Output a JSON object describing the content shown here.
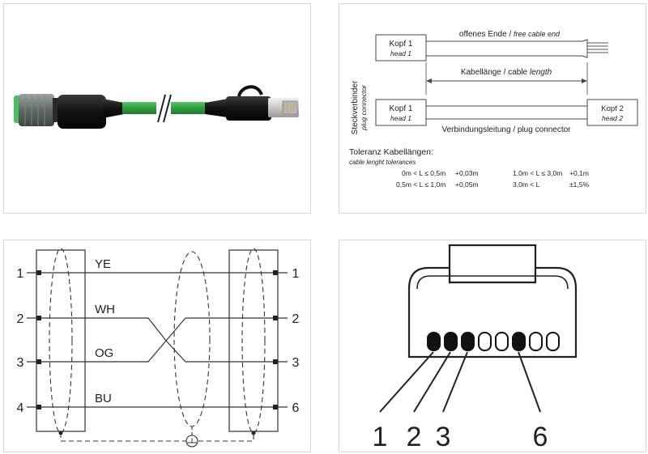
{
  "dimension_diagram": {
    "side_label_de": "Steckverbinder",
    "side_label_en": "plug connector",
    "head1_de": "Kopf 1",
    "head1_en": "head 1",
    "open_end_de": "offenes Ende / ",
    "open_end_en": "free cable end",
    "length_de": "Kabellänge / cable ",
    "length_en": "length",
    "head2_de": "Kopf 2",
    "head2_en": "head 2",
    "connection_label": "Verbindungsleitung / plug connector",
    "tolerance_title": "Toleranz Kabellängen:",
    "tolerance_subtitle": "cable lenght tolerances",
    "tolerances": [
      {
        "range": "0m < L ≤ 0,5m",
        "value": "+0,03m",
        "range2": "1,0m < L ≤ 3,0m",
        "value2": "+0,1m"
      },
      {
        "range": "0,5m < L ≤ 1,0m",
        "value": "+0,05m",
        "range2": "3,0m < L",
        "value2": "±1,5%"
      }
    ]
  },
  "wiring": {
    "wires": [
      {
        "color": "YE",
        "left_pin": "1",
        "right_pin": "1"
      },
      {
        "color": "WH",
        "left_pin": "2",
        "right_pin": "2"
      },
      {
        "color": "OG",
        "left_pin": "3",
        "right_pin": "3"
      },
      {
        "color": "BU",
        "left_pin": "4",
        "right_pin": "6"
      }
    ]
  },
  "rj45_face": {
    "labels": [
      "1",
      "2",
      "3",
      "6"
    ]
  },
  "colors": {
    "cable_green": "#2f9e3c",
    "line": "#222222"
  }
}
